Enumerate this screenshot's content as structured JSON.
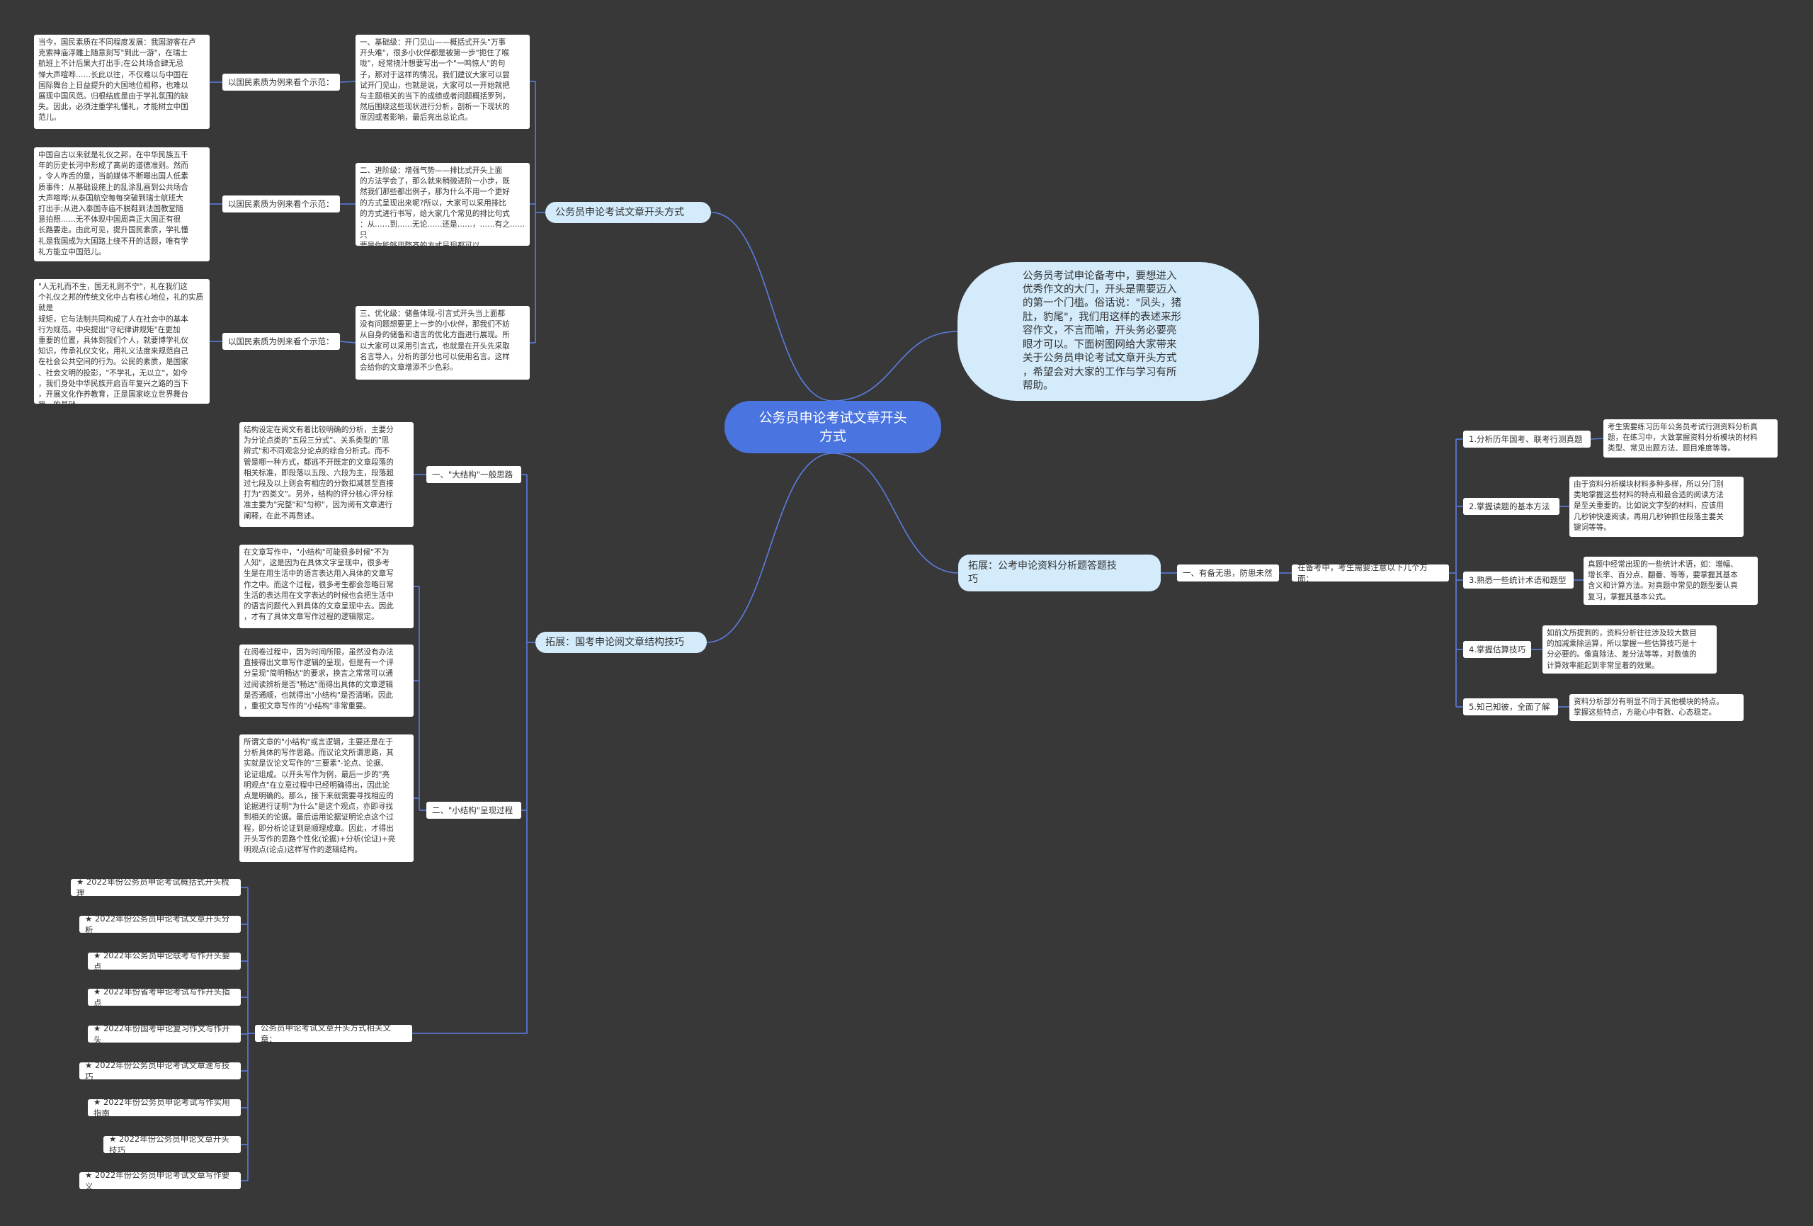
{
  "root": {
    "title": "公务员申论考试文章开头\n方式"
  },
  "intro": {
    "text": "公务员考试申论备考中，要想进入\n优秀作文的大门，开头是需要迈入\n的第一个门槛。俗话说：\"凤头，猪\n肚，豹尾\"，我们用这样的表述来形\n容作文，不言而喻，开头务必要亮\n眼才可以。下面树图网给大家带来\n关于公务员申论考试文章开头方式\n，希望会对大家的工作与学习有所\n帮助。"
  },
  "branch_opening": {
    "title": "公务员申论考试文章开头方式",
    "steps": [
      {
        "text": "一、基础级：开门见山——概括式开头\"万事\n开头难\"，很多小伙伴都是被第一步\"扼住了喉\n咙\"，经常挠汁想要写出一个\"一鸣惊人\"的句\n子，那对于这样的情况，我们建议大家可以尝\n试开门见山，也就是说，大家可以一开始就把\n与主题相关的当下的成绩或者问题概括罗列，\n然后围绕这些现状进行分析，剖析一下现状的\n原因或者影响，最后亮出总论点。",
        "example_label": "以国民素质为例来看个示范：",
        "example": "当今，国民素质在不同程度发展：我国游客在卢\n克索神庙浮雕上随意刻写\"到此一游\"，在瑞士\n航班上不计后果大打出手;在公共场合肆无忌\n惮大声喧哗……长此以往，不仅难以与中国在\n国际舞台上日益提升的大国地位相称，也难以\n展现中国风范。归根结底是由于学礼氛围的缺\n失。因此，必须注重学礼懂礼，才能树立中国\n范儿。"
      },
      {
        "text": "二、进阶级：增强气势——排比式开头上面\n的方法学会了，那么就来稍微进阶一小步，既\n然我们那些都出例子，那为什么不用一个更好\n的方式呈现出来呢?所以，大家可以采用排比\n的方式进行书写，给大家几个常见的排比句式\n：从……到……无论……还是……，……有之……只\n要是你能够用整齐的方式呈现都可以。",
        "example_label": "以国民素质为例来看个示范：",
        "example": "中国自古以来就是礼仪之邦，在中华民族五千\n年的历史长河中形成了高尚的道德准则。然而\n，令人咋舌的是，当前媒体不断曝出国人低素\n质事件：从基础设施上的乱涂乱画到公共场合\n大声喧哗;从泰国航空每每突破到瑞士航班大\n打出手;从进入泰国寺庙不脱鞋到法国教堂随\n意拍照……无不体现中国周真正大国正有很\n长路要走。由此可见，提升国民素质，学礼懂\n礼是我国成为大国路上绕不开的话题，唯有学\n礼方能立中国范儿。"
      },
      {
        "text": "三、优化级：储备体现-引言式开头当上面都\n没有问题想要更上一步的小伙伴，那我们不妨\n从自身的储备和语言的优化方面进行展现。所\n以大家可以采用引言式，也就是在开头先采取\n名言导入，分析的部分也可以使用名言。这样\n会给你的文章增添不少色彩。",
        "example_label": "以国民素质为例来看个示范：",
        "example": "\"人无礼而不生，国无礼则不宁\"，礼在我们这\n个礼仪之邦的传统文化中占有核心地位，礼的实质就是\n规矩，它与法制共同构成了人在社会中的基本\n行为规范。中央提出\"守纪律讲规矩\"在更加\n重要的位置，具体到我们个人，就要博学礼仪\n知识，传承礼仪文化，用礼义法度来规范自己\n在社会公共空间的行为。公民的素质，是国家\n、社会文明的投影，\"不学礼，无以立\"，如今\n，我们身处中华民族开启百年复兴之路的当下\n，开展文化作养教育，正是国家屹立世界舞台\n第一的基础。"
      }
    ]
  },
  "branch_structure": {
    "title": "拓展：国考申论阅文章结构技巧",
    "groups": [
      {
        "label": "一、\"大结构\"一般思路",
        "items": [
          "结构设定在阅文有着比较明确的分析，主要分\n为分论点类的\"五段三分式\"、关系类型的\"思\n辨式\"和不同观念分论点的综合分析式。而不\n管是哪一种方式，都逃不开既定的文章段落的\n相关标准，即段落以五段、六段为主，段落超\n过七段及以上则会有相应的分数扣减甚至直接\n打为\"四类文\"。另外，结构的评分核心评分标\n准主要为\"完整\"和\"匀称\"，因为阅有文章进行\n阐释，在此不再赘述。"
        ]
      },
      {
        "label": "二、\"小结构\"呈现过程",
        "items": [
          "在文章写作中，\"小结构\"可能很多时候\"不为\n人知\"，这是因为在具体文字呈现中，很多考\n生是在用生活中的语言表达用入具体的文章写\n作之中。而这个过程，很多考生都会忽略日常\n生活的表达用在文字表达的时候也会把生活中\n的语言问题代入到具体的文章呈现中去。因此\n，才有了具体文章写作过程的逻辑限定。",
          "在阅卷过程中，因为时间所限，虽然没有办法\n直接得出文章写作逻辑的呈现，但是有一个评\n分呈现\"简明畅达\"的要求，换言之常常可以通\n过阅读辨析是否\"畅达\"而得出具体的文章逻辑\n是否通顺，也就得出\"小结构\"是否清晰。因此\n，重视文章写作的\"小结构\"非常重要。",
          "所谓文章的\"小结构\"或言逻辑，主要还是在于\n分析具体的写作思路。而议论文所谓思路，其\n实就是议论文写作的\"三要素\"-论点、论据、\n论证组成。以开头写作为例，最后一步的\"亮\n明观点\"在立意过程中已经明确得出，因此论\n点是明确的。那么，接下来就需要寻找相应的\n论据进行证明\"为什么\"是这个观点，亦即寻找\n到相关的论据。最后运用论据证明论点这个过\n程，即分析论证到是顺理成章。因此，才得出\n开头写作的思路个性化(论据)+分析(论证)+亮\n明观点(论点)这样写作的逻辑结构。"
        ]
      },
      {
        "label": "公务员申论考试文章开头方式相关文章：",
        "items": [
          "★ 2022年份公务员申论考试概括式开头梳理",
          "★ 2022年份公务员申论考试文章开头分析",
          "★ 2022年公务员申论联考写作开头要点",
          "★ 2022年份省考申论考试写作开头指点",
          "★ 2022年份国考申论复习作文写作开头",
          "★ 2022年份公务员申论考试文章速写技巧",
          "★ 2022年份公务员申论考试写作实用指南",
          "★ 2022年份公务员申论文章开头技巧",
          "★ 2022年份公务员申论考试文章写作要义"
        ]
      }
    ]
  },
  "branch_data": {
    "title": "拓展：公考申论资料分析题答题技\n巧",
    "step1": "一、有备无患，防患未然",
    "step2": "在备考中，考生需要注意以下几个方面：",
    "tips": [
      {
        "label": "1.分析历年国考、联考行测真题",
        "detail": "考生需要练习历年公务员考试行测资料分析真\n题，在练习中，大致掌握资料分析模块的材料\n类型、常见出题方法、题目难度等等。"
      },
      {
        "label": "2.掌握读题的基本方法",
        "detail": "由于资料分析模块材料多种多样，所以分门别\n类地掌握这些材料的特点和最合适的阅读方法\n是至关重要的。比如说文字型的材料，应该用\n几秒钟快速阅读，再用几秒钟抓住段落主要关\n键词等等。"
      },
      {
        "label": "3.熟悉一些统计术语和题型",
        "detail": "真题中经常出现的一些统计术语，如：增幅、\n增长率、百分点、翻番、等等，要掌握其基本\n含义和计算方法。对真题中常见的题型要认真\n复习，掌握其基本公式。"
      },
      {
        "label": "4.掌握估算技巧",
        "detail": "如前文所提到的，资料分析往往涉及较大数目\n的加减乘除运算，所以掌握一些估算技巧是十\n分必要的。像直除法、差分法等等，对数值的\n计算效率能起到非常显着的效果。"
      },
      {
        "label": "5.知己知彼，全面了解",
        "detail": "资料分析部分有明显不同于其他模块的特点。\n掌握这些特点，方能心中有数、心态稳定。"
      }
    ]
  },
  "colors": {
    "background": "#383839",
    "line": "#5b7de0",
    "root": "#4a74e0",
    "intro": "#d3ebfb",
    "card": "#ffffff"
  }
}
